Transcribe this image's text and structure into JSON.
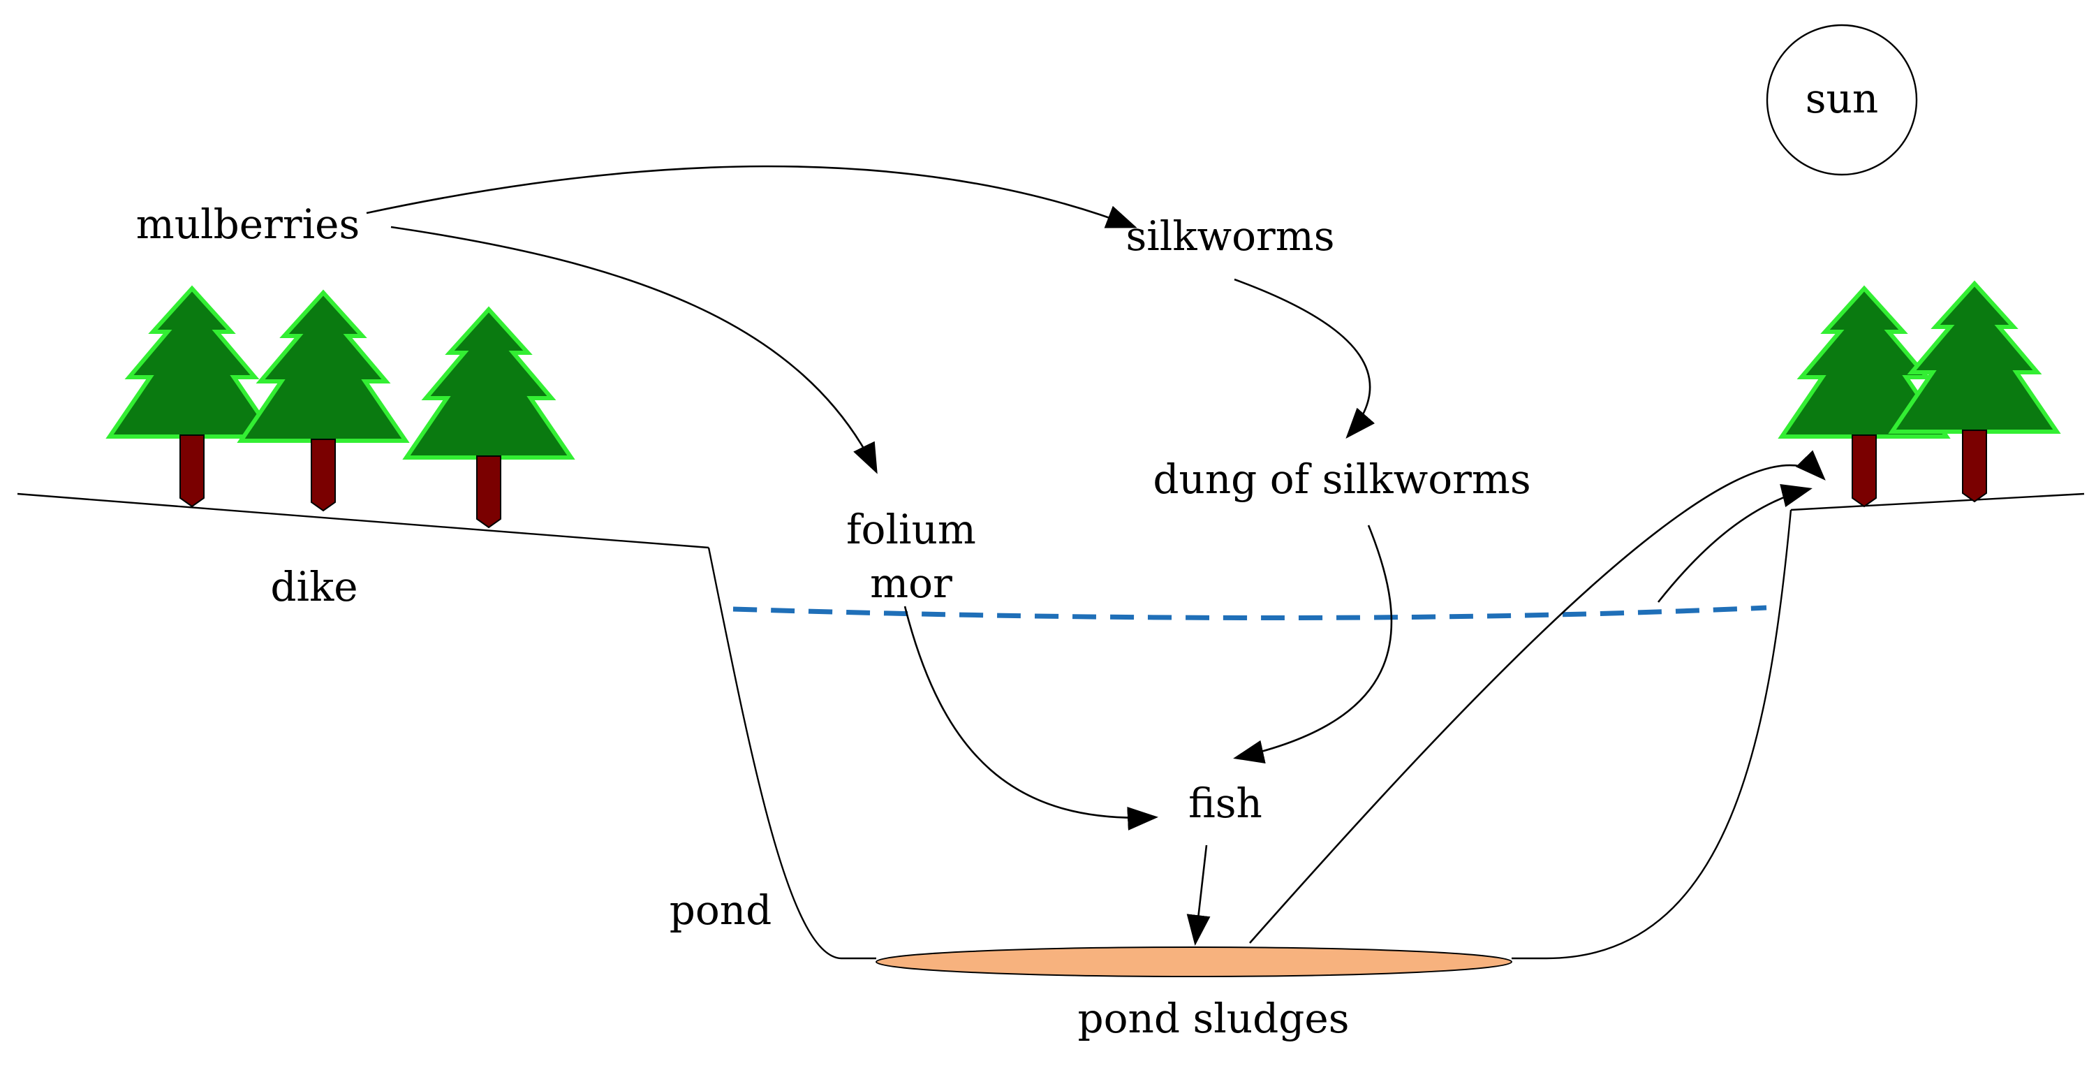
{
  "labels": {
    "sun": "sun",
    "mulberries": "mulberries",
    "silkworms": "silkworms",
    "dung": "dung of silkworms",
    "folium_line1": "folium",
    "folium_line2": "mor",
    "dike": "dike",
    "fish": "fish",
    "pond": "pond",
    "sludge": "pond sludges"
  },
  "colors": {
    "tree_foliage": "#0a7a10",
    "tree_outline": "#33ee33",
    "tree_trunk": "#7a0000",
    "water_line": "#1f6fb8",
    "sludge_fill": "#f7b27e",
    "outline": "#000000"
  }
}
